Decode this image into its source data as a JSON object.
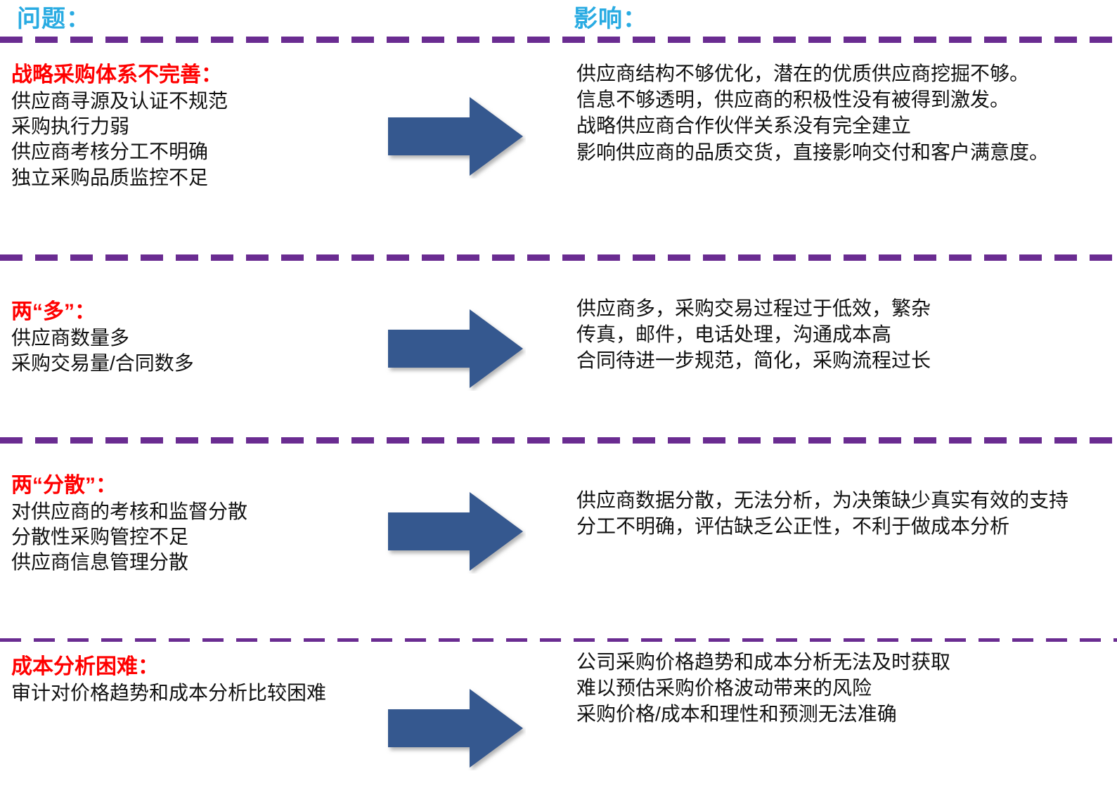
{
  "headers": {
    "problems": "问题：",
    "impacts": "影响："
  },
  "colors": {
    "header": "#29ABE2",
    "divider": "#6A2C91",
    "problem_title": "#FF0000",
    "arrow": "#36598F",
    "body_text": "#111111",
    "background": "#FFFFFF"
  },
  "arrow_icon": "right-arrow-icon",
  "rows": [
    {
      "title": "战略采购体系不完善：",
      "problem_lines": [
        "供应商寻源及认证不规范",
        "采购执行力弱",
        "供应商考核分工不明确",
        "独立采购品质监控不足"
      ],
      "impact_lines": [
        "供应商结构不够优化，潜在的优质供应商挖掘不够。",
        "信息不够透明，供应商的积极性没有被得到激发。",
        "战略供应商合作伙伴关系没有完全建立",
        "影响供应商的品质交货，直接影响交付和客户满意度。"
      ]
    },
    {
      "title": "两“多”：",
      "problem_lines": [
        "供应商数量多",
        "采购交易量/合同数多"
      ],
      "impact_lines": [
        "供应商多，采购交易过程过于低效，繁杂",
        "传真，邮件，电话处理，沟通成本高",
        "合同待进一步规范，简化，采购流程过长"
      ]
    },
    {
      "title": "两“分散”：",
      "problem_lines": [
        "对供应商的考核和监督分散",
        "分散性采购管控不足",
        "供应商信息管理分散"
      ],
      "impact_lines": [
        "供应商数据分散，无法分析，为决策缺少真实有效的支持",
        "分工不明确，评估缺乏公正性，不利于做成本分析"
      ]
    },
    {
      "title": "成本分析困难：",
      "problem_lines": [
        "审计对价格趋势和成本分析比较困难"
      ],
      "impact_lines": [
        "公司采购价格趋势和成本分析无法及时获取",
        "难以预估采购价格波动带来的风险",
        "采购价格/成本和理性和预测无法准确"
      ]
    }
  ]
}
